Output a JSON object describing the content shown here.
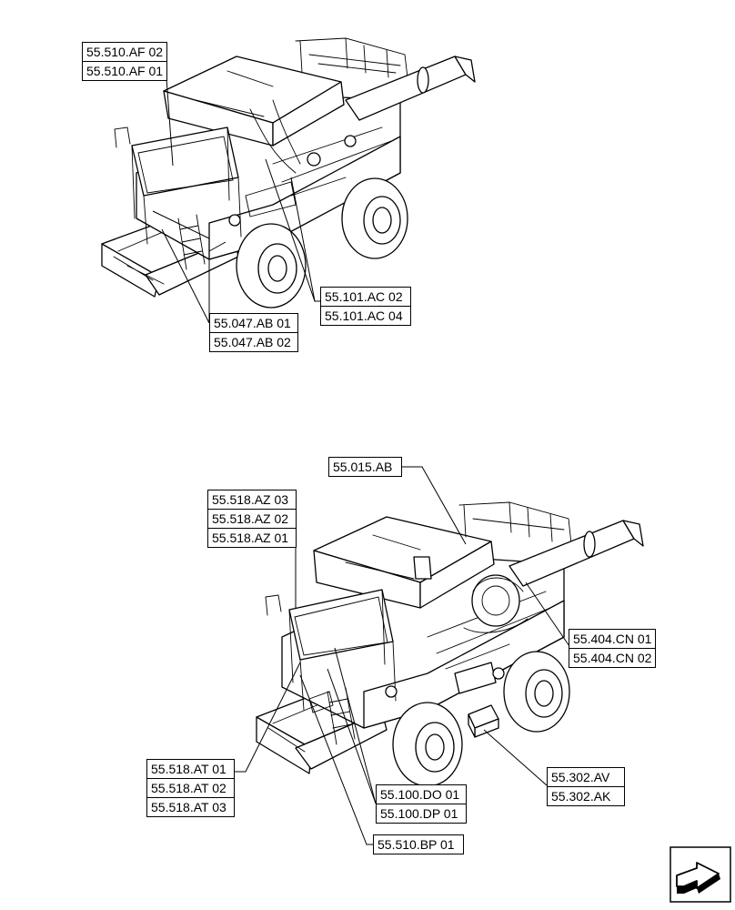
{
  "diagram": {
    "top_view": {
      "callouts": {
        "af": [
          "55.510.AF 02",
          "55.510.AF 01"
        ],
        "ab": [
          "55.047.AB 01",
          "55.047.AB 02"
        ],
        "ac": [
          "55.101.AC 02",
          "55.101.AC 04"
        ]
      }
    },
    "bottom_view": {
      "callouts": {
        "ab015": [
          "55.015.AB"
        ],
        "az": [
          "55.518.AZ 03",
          "55.518.AZ 02",
          "55.518.AZ 01"
        ],
        "cn": [
          "55.404.CN 01",
          "55.404.CN 02"
        ],
        "at": [
          "55.518.AT 01",
          "55.518.AT 02",
          "55.518.AT 03"
        ],
        "do": [
          "55.100.DO 01",
          "55.100.DP 01"
        ],
        "av": [
          "55.302.AV",
          "55.302.AK"
        ],
        "bp": [
          "55.510.BP 01"
        ]
      }
    },
    "nav_icon": "next-page-arrow-icon"
  }
}
